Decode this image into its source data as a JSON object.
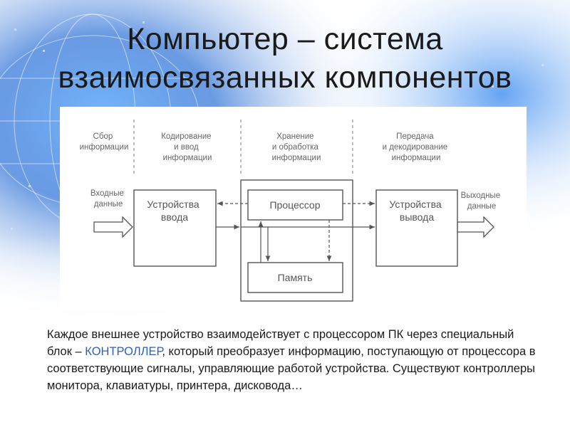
{
  "title": {
    "line1": "Компьютер – система",
    "line2": "взаимосвязанных компонентов"
  },
  "diagram": {
    "stages": [
      {
        "lines": [
          "Сбор",
          "информации"
        ]
      },
      {
        "lines": [
          "Кодирование",
          "и ввод",
          "информации"
        ]
      },
      {
        "lines": [
          "Хранение",
          "и обработка",
          "информации"
        ]
      },
      {
        "lines": [
          "Передача",
          "и декодирование",
          "информации"
        ]
      }
    ],
    "input_label": [
      "Входные",
      "данные"
    ],
    "output_label": [
      "Выходные",
      "данные"
    ],
    "blocks": {
      "input_device": [
        "Устройства",
        "ввода"
      ],
      "processor": "Процессор",
      "memory": "Память",
      "output_device": [
        "Устройства",
        "вывода"
      ]
    }
  },
  "caption": {
    "part1": "Каждое внешнее устройство взаимодействует с процессором ПК через специальный блок – ",
    "highlight": "КОНТРОЛЛЕР",
    "part2": ", который преобразует информацию, поступающую от процессора в соответствующие сигналы, управляющие работой устройства. Существуют контроллеры монитора, клавиатуры, принтера, дисковода…"
  },
  "colors": {
    "background_accent": "#2a6fd6",
    "caption_highlight": "#2f5fb3",
    "diagram_ink": "#555555"
  }
}
